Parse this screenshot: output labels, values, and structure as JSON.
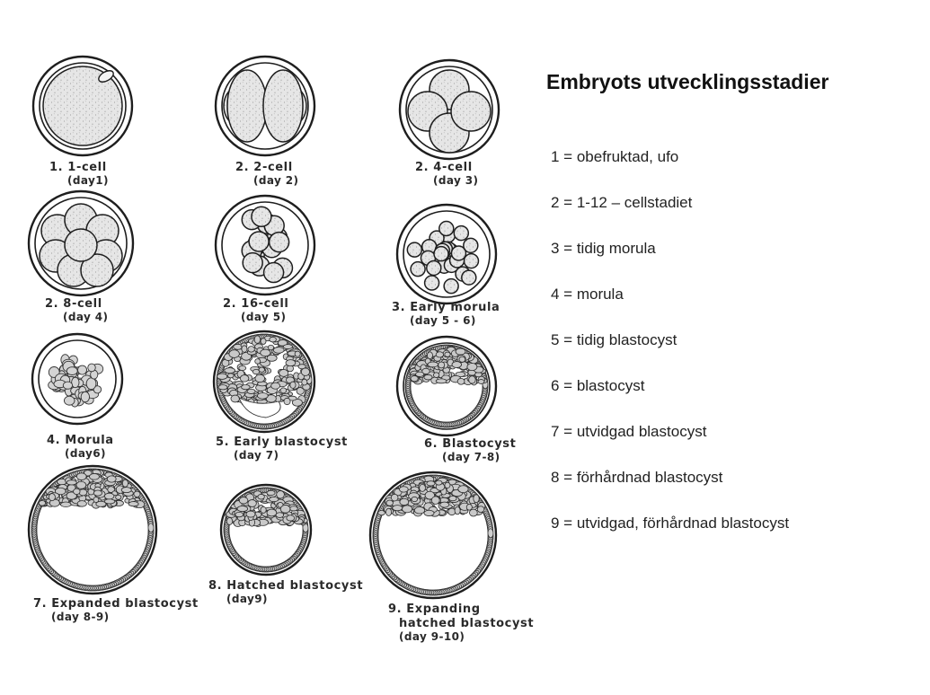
{
  "panel": {
    "title": "Embryots utvecklingsstadier",
    "items": [
      "1 = obefruktad, ufo",
      "2 = 1-12 – cellstadiet",
      "3 = tidig morula",
      "4 = morula",
      "5 = tidig blastocyst",
      "6 = blastocyst",
      "7 = utvidgad blastocyst",
      "8 = förhårdnad blastocyst",
      "9 = utvidgad, förhårdnad blastocyst"
    ]
  },
  "figures": [
    {
      "kind": "one-cell",
      "label": "1. 1-cell",
      "day": "(day1)"
    },
    {
      "kind": "two-cell",
      "label": "2. 2-cell",
      "day": "(day 2)"
    },
    {
      "kind": "four-cell",
      "label": "2. 4-cell",
      "day": "(day 3)"
    },
    {
      "kind": "eight-cell",
      "label": "2. 8-cell",
      "day": "(day 4)"
    },
    {
      "kind": "sixteen-cell",
      "label": "2. 16-cell",
      "day": "(day 5)"
    },
    {
      "kind": "early-morula",
      "label": "3. Early morula",
      "day": "(day 5 - 6)"
    },
    {
      "kind": "morula",
      "label": "4. Morula",
      "day": "(day6)"
    },
    {
      "kind": "early-blastocyst",
      "label": "5. Early blastocyst",
      "day": "(day 7)"
    },
    {
      "kind": "blastocyst",
      "label": "6. Blastocyst",
      "day": "(day 7-8)"
    },
    {
      "kind": "expanded-blastocyst",
      "label": "7. Expanded blastocyst",
      "day": "(day 8-9)"
    },
    {
      "kind": "hatched-blastocyst",
      "label": "8. Hatched blastocyst",
      "day": "(day9)"
    },
    {
      "kind": "expanding-hatched",
      "label": "9. Expanding hatched blastocyst",
      "label_lines": [
        "9. Expanding",
        "hatched blastocyst"
      ],
      "day": "(day 9-10)"
    }
  ],
  "colors": {
    "ink": "#1e1e1e",
    "cell": "#dedede",
    "cellLight": "#f2f2f2",
    "mass": "#bdbdbd",
    "paper": "#ffffff"
  }
}
